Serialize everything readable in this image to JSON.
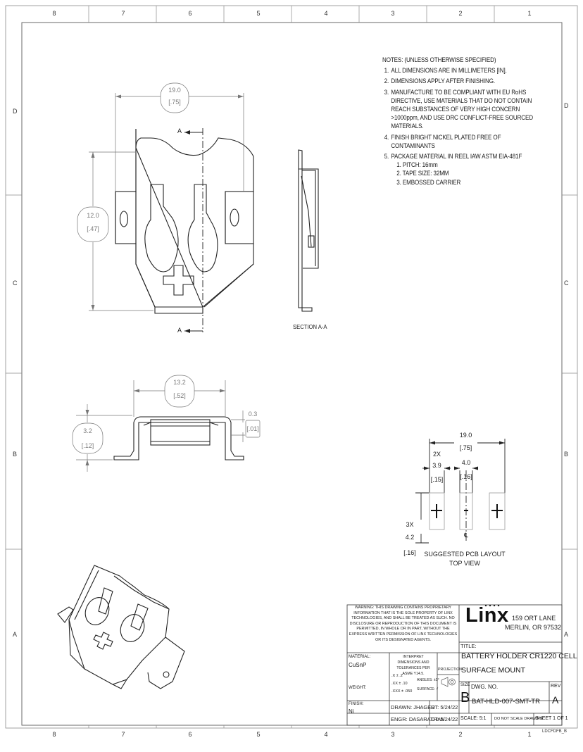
{
  "zone_columns": [
    "8",
    "7",
    "6",
    "5",
    "4",
    "3",
    "2",
    "1"
  ],
  "zone_rows": [
    "D",
    "C",
    "B",
    "A"
  ],
  "notes": {
    "title": "NOTES: (UNLESS OTHERWISE SPECIFIED)",
    "items": [
      {
        "num": "1.",
        "text": "ALL DIMENSIONS ARE IN MILLIMETERS [IN]."
      },
      {
        "num": "2.",
        "text": "DIMENSIONS APPLY AFTER FINISHING."
      },
      {
        "num": "3.",
        "text": "MANUFACTURE TO BE COMPLIANT WITH EU RoHS DIRECTIVE, USE MATERIALS THAT DO NOT CONTAIN REACH SUBSTANCES OF VERY HIGH CONCERN >1000ppm, AND USE DRC CONFLICT-FREE SOURCED MATERIALS."
      },
      {
        "num": "4.",
        "text": "FINISH BRIGHT NICKEL PLATED FREE OF CONTAMINANTS"
      },
      {
        "num": "5.",
        "text": "PACKAGE MATERIAL IN REEL IAW ASTM EIA-481F"
      }
    ],
    "subitems": [
      "1.  PITCH: 16mm",
      "2.  TAPE SIZE: 32MM",
      "3.  EMBOSSED CARRIER"
    ]
  },
  "top_view": {
    "width_mm": "19.0",
    "width_in": "[.75]",
    "height_mm": "12.0",
    "height_in": "[.47]",
    "section_mark": "A",
    "section_label": "SECTION A-A"
  },
  "side_view": {
    "width_mm": "13.2",
    "width_in": "[.52]",
    "height_mm": "3.2",
    "height_in": "[.12]",
    "thick_mm": "0.3",
    "thick_in": "[.01]"
  },
  "pcb_layout": {
    "overall_mm": "19.0",
    "overall_in": "[.75]",
    "pitch_mm": "4.0",
    "pitch_in": "[.16]",
    "pad_qty": "2X",
    "pad_mm": "3.9",
    "pad_in": "[.15]",
    "height_qty": "3X",
    "height_mm": "4.2",
    "height_in": "[.16]",
    "centerline": "℄",
    "caption1": "SUGGESTED PCB LAYOUT",
    "caption2": "TOP VIEW"
  },
  "title_block": {
    "warning": "WARNING: THIS DRAWING CONTAINS PROPRIETARY INFORMATION THAT IS THE SOLE PROPERTY OF LINX TECHNOLOGIES, AND SHALL BE TREATED AS SUCH. NO DISCLOSURE OR REPRODUCTION OF THIS DOCUMENT IS PERMITTED, IN WHOLE OR IN PART, WITHOUT THE EXPRESS WRITTEN PERMISSION OF LINX TECHNOLOGIES OR ITS DESIGNATED AGENTS.",
    "logo": "Linx",
    "address1": "159 ORT LANE",
    "address2": "MERLIN, OR  97532",
    "title_label": "TITLE:",
    "title_line1": "BATTERY HOLDER CR1220 CELL",
    "title_line2": "SURFACE MOUNT",
    "material_label": "MATERIAL:",
    "material": "CuSnP",
    "weight_label": "WEIGHT:",
    "finish_label": "FINISH:",
    "finish": "Ni",
    "tolerance_text": "INTERPRET DIMENSIONS AND TOLERANCES PER ASME Y14.5.",
    "tol_x": ".X ± .2",
    "tol_xx": ".XX ± .10",
    "tol_xxx": ".XXX ± .050",
    "angles": "ANGLES: ±1°",
    "surface": "SURFACE: √",
    "projection_label": "PROJECTION:",
    "drawn": "DRAWN: JHAGER",
    "drawn_date": "DT: 5/24/22",
    "engr": "ENGR: DASARATHAN",
    "engr_date": "DT: 5/24/22",
    "size_label": "SIZE",
    "size": "B",
    "dwg_label": "DWG. NO.",
    "dwg_no": "BAT-HLD-007-SMT-TR",
    "rev_label": "REV",
    "rev": "A",
    "scale": "SCALE: 5:1",
    "no_scale": "DO NOT SCALE DRAWING",
    "sheet": "SHEET 1 OF 1"
  },
  "footer_code": "LDCFDFB_B"
}
